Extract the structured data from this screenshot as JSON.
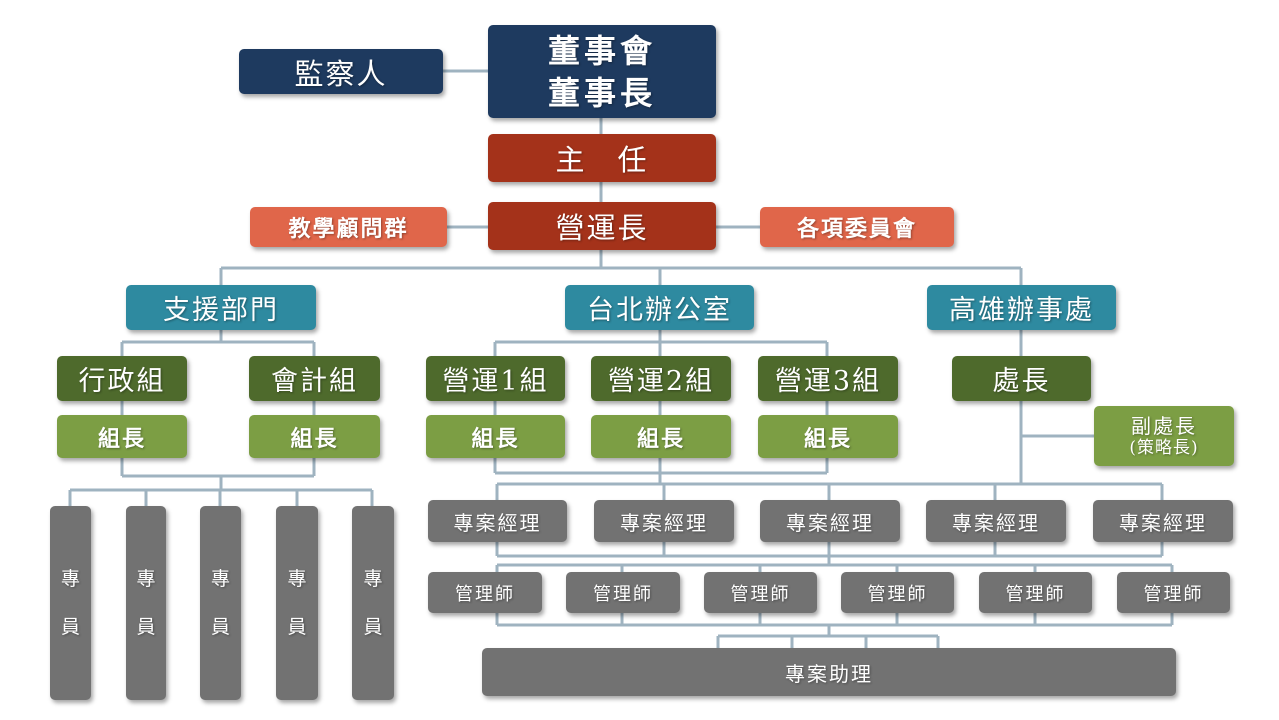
{
  "board": {
    "line1": "董事會",
    "line2": "董事長"
  },
  "supervisor": "監察人",
  "director": "主　任",
  "coo": "營運長",
  "advisors": "教學顧問群",
  "committees": "各項委員會",
  "departments": {
    "support": "支援部門",
    "taipei": "台北辦公室",
    "kaohsiung": "高雄辦事處"
  },
  "groups": {
    "admin": "行政組",
    "accounting": "會計組",
    "ops1": "營運1組",
    "ops2": "營運2組",
    "ops3": "營運3組",
    "branch_head": "處長"
  },
  "group_leader": "組長",
  "deputy": {
    "title": "副處長",
    "note": "(策略長)"
  },
  "specialist": {
    "line1": "專",
    "line2": "員"
  },
  "project_manager": "專案經理",
  "manager": "管理師",
  "assistant": "專案助理",
  "colors": {
    "navy": "#1e3a5f",
    "rust": "#a4321a",
    "orange": "#e0664a",
    "teal": "#2e8aa0",
    "dark_green": "#4e6a2c",
    "light_green": "#7c9e44",
    "gray": "#727272",
    "connector": "#9fb3c0"
  }
}
